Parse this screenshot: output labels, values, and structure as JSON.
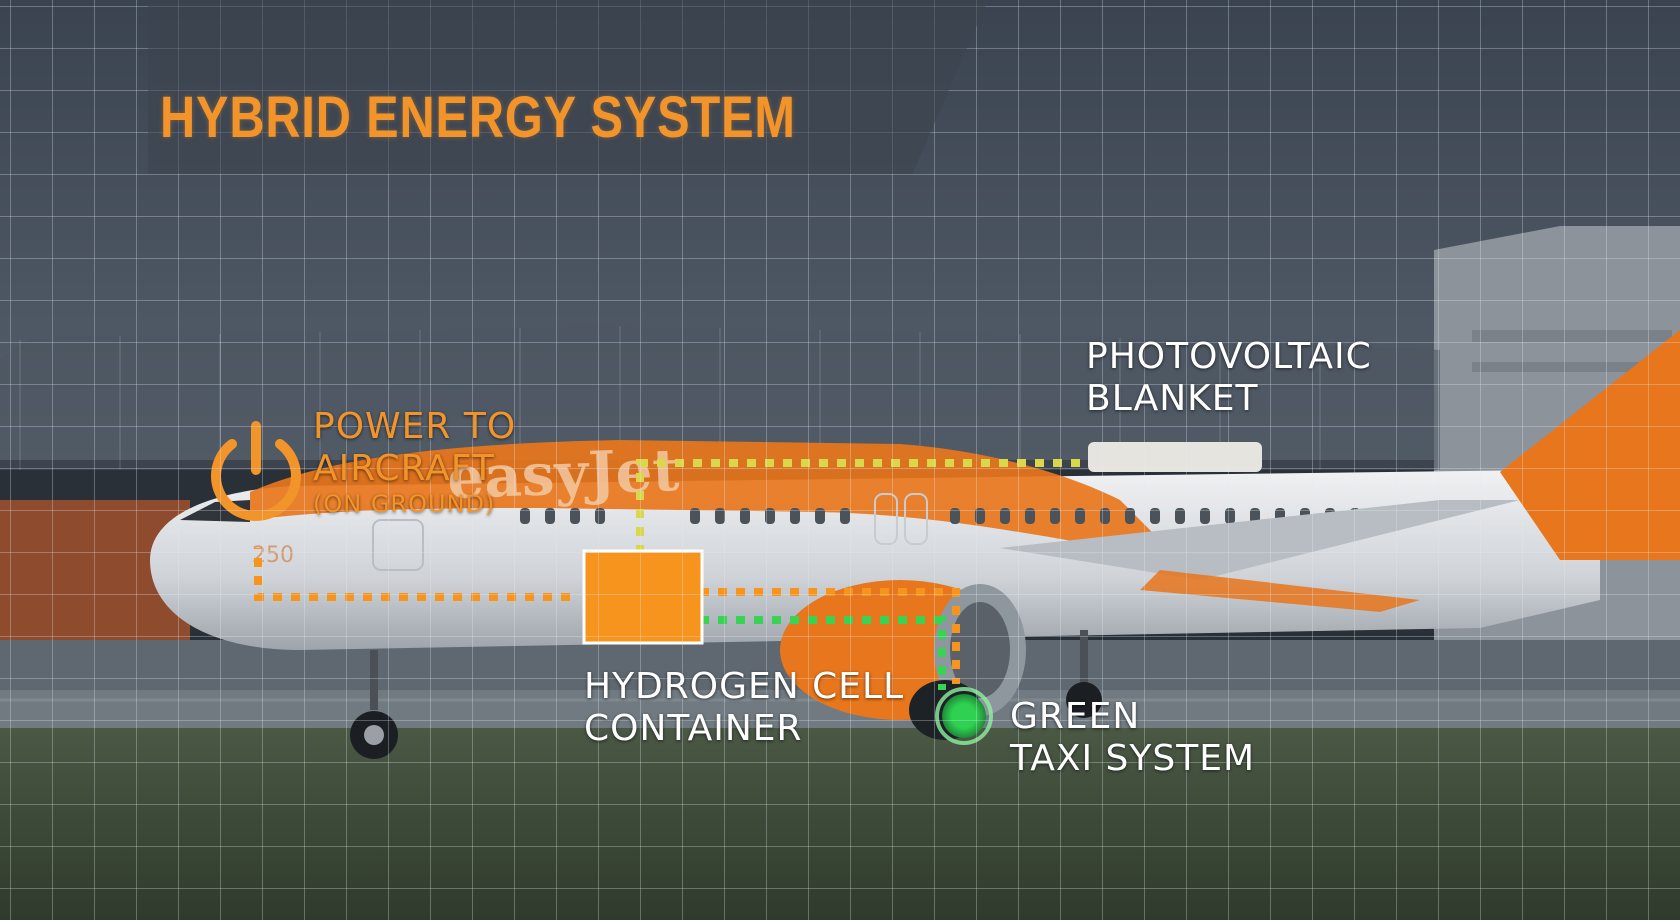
{
  "title": "HYBRID ENERGY SYSTEM",
  "labels": {
    "photovoltaic": [
      "PHOTOVOLTAIC",
      "BLANKET"
    ],
    "power": [
      "POWER TO",
      "AIRCRAFT",
      "(ON GROUND)"
    ],
    "hydrogen": [
      "HYDROGEN CELL",
      "CONTAINER"
    ],
    "taxi": [
      "GREEN",
      "TAXI SYSTEM"
    ]
  },
  "aircraft": {
    "livery": "easyJet",
    "nose_number": "250"
  },
  "icons": {
    "power": "power-icon",
    "taxi": "green-dot-icon"
  },
  "colors": {
    "title": "#f2942a",
    "orange_line": "#f7941d",
    "yellow_line": "#d8d84a",
    "green_line": "#39d353",
    "livery_orange": "#e8761c"
  }
}
